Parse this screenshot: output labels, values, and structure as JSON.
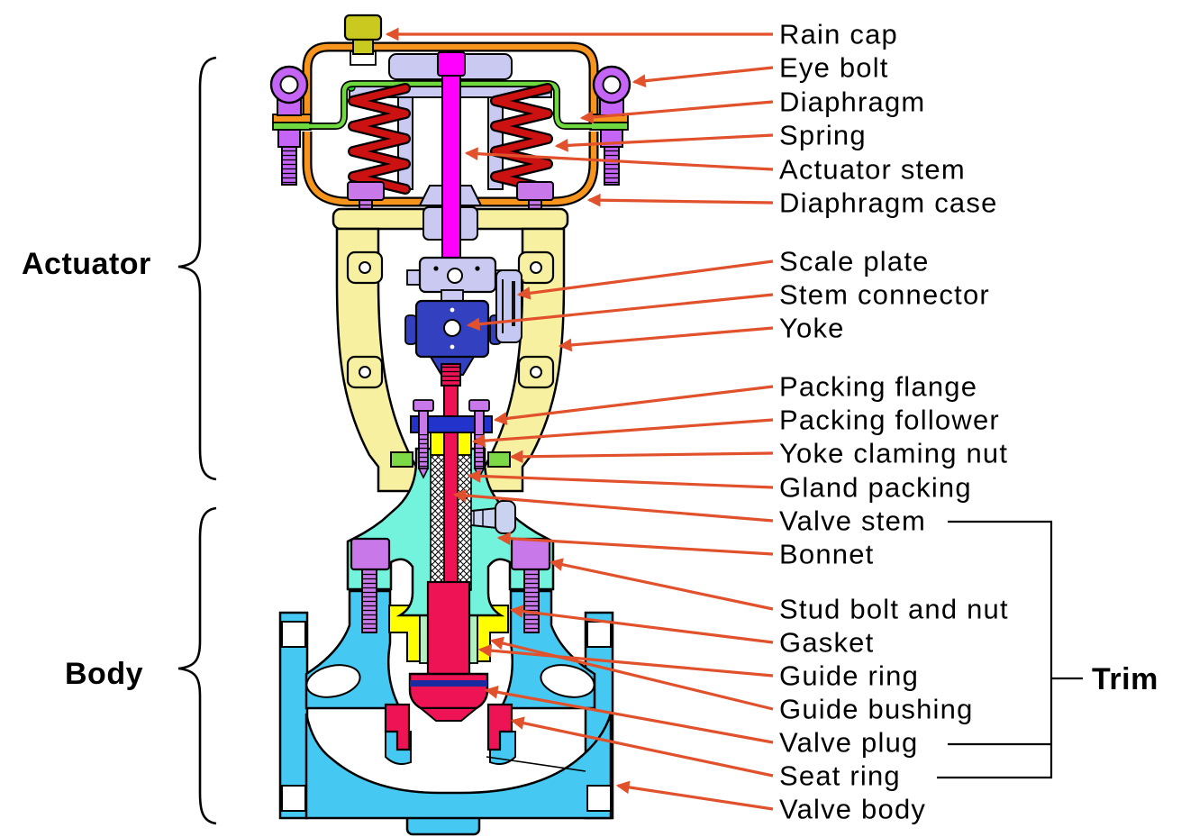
{
  "figure": {
    "kind": "labeled engineering diagram",
    "subject": "Pneumatic diaphragm-actuated globe control valve, cross-section with part callouts"
  },
  "section_labels": {
    "actuator": "Actuator",
    "body": "Body",
    "trim": "Trim"
  },
  "part_labels": [
    "Rain cap",
    "Eye bolt",
    "Diaphragm",
    "Spring",
    "Actuator stem",
    "Diaphragm case",
    "Scale plate",
    "Stem connector",
    "Yoke",
    "Packing flange",
    "Packing follower",
    "Yoke claming nut",
    "Gland packing",
    "Valve stem",
    "Bonnet",
    "Stud bolt and nut",
    "Gasket",
    "Guide ring",
    "Guide bushing",
    "Valve plug",
    "Seat ring",
    "Valve body"
  ],
  "colors": {
    "arrow": "#E0512C",
    "outline": "#000000",
    "rain_cap": "#C9C91F",
    "diaphragm_case": "#F7941D",
    "diaphragm": "#6FD83F",
    "eye_bolt": "#C565F5",
    "spring": "#CC1111",
    "actuator_stem": "#FF00FF",
    "diaphragm_plate": "#C9C9F2",
    "yoke": "#F6F0A0",
    "stem_connector": "#3340C0",
    "scale_plate": "#C5C8F2",
    "valve_stem": "#EE1355",
    "packing_flange": "#2233CC",
    "packing_follower": "#FFFF00",
    "yoke_clamping_nut": "#7ED946",
    "gland_packing": "#FFFFFF",
    "bonnet": "#73F2DC",
    "stud_bolt": "#C878E8",
    "gasket": "#FFFF00",
    "guide_ring": "#B2F0C2",
    "valve_plug": "#EE1355",
    "seat_ring": "#EE1355",
    "valve_body": "#45C9F2"
  }
}
